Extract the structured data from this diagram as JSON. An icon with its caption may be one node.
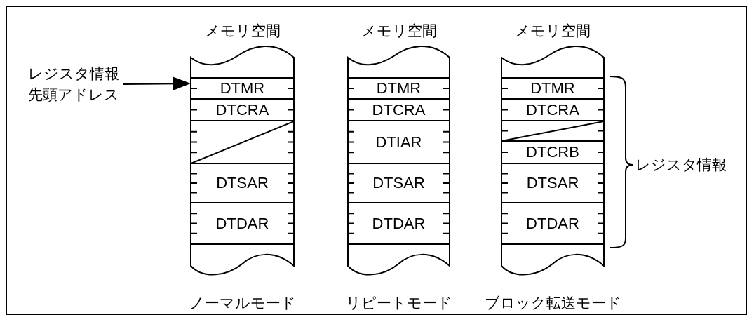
{
  "diagram": {
    "nodes": [
      {
        "text": [
          "メモリ空間"
        ],
        "beside": [
          "ノーマルモード"
        ]
      },
      {
        "text": [
          "DTMR"
        ],
        "in": 0
      },
      {
        "text": [
          "DTCRA"
        ],
        "in": 0
      },
      {
        "text": [],
        "shape": "box",
        "in": 0
      },
      {
        "text": [
          "DTSAR"
        ],
        "in": 0
      },
      {
        "text": [
          "DTDAR"
        ],
        "in": 0
      },
      {
        "text": [
          "メモリ空間"
        ],
        "beside": [
          "リピートモード"
        ]
      },
      {
        "text": [
          "DTMR"
        ],
        "in": 6
      },
      {
        "text": [
          "DTCRA"
        ],
        "in": 6
      },
      {
        "text": [
          "DTIAR"
        ],
        "in": 6
      },
      {
        "text": [
          "DTSAR"
        ],
        "in": 6
      },
      {
        "text": [
          "DTDAR"
        ],
        "in": 6
      },
      {
        "text": [
          "メモリ空間"
        ],
        "beside": [
          "ブロック転送モード"
        ]
      },
      {
        "text": [
          "DTMR"
        ],
        "in": 12
      },
      {
        "text": [
          "DTCRA"
        ],
        "in": 12
      },
      {
        "text": [],
        "shape": "box",
        "in": 12
      },
      {
        "text": [
          "DTCRB"
        ],
        "in": 12
      },
      {
        "text": [
          "DTSAR"
        ],
        "in": 12
      },
      {
        "text": [
          "DTDAR"
        ],
        "in": 12
      },
      {
        "text": [
          "レジスタ情報先頭アドレス"
        ]
      }
    ],
    "edges": [
      {
        "from": 19,
        "to": 1,
        "arrow": "to"
      }
    ],
    "labels": [
      "レジスタ情報"
    ]
  }
}
